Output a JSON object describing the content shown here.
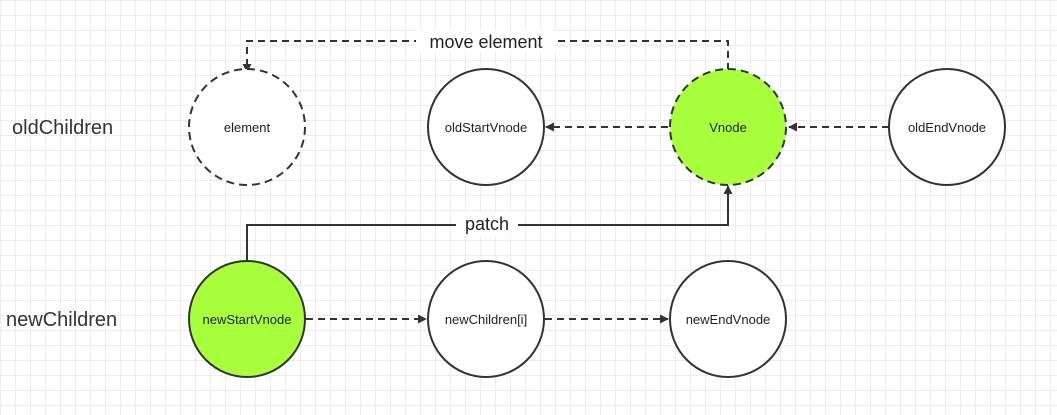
{
  "rows": {
    "old": "oldChildren",
    "new": "newChildren"
  },
  "nodes": {
    "element": "element",
    "old_start": "oldStartVnode",
    "vnode": "Vnode",
    "old_end": "oldEndVnode",
    "new_start": "newStartVnode",
    "new_i": "newChildren[i]",
    "new_end": "newEndVnode"
  },
  "edges": {
    "move": "move element",
    "patch": "patch"
  },
  "colors": {
    "highlight": "#a8ff3c",
    "stroke": "#333333"
  }
}
